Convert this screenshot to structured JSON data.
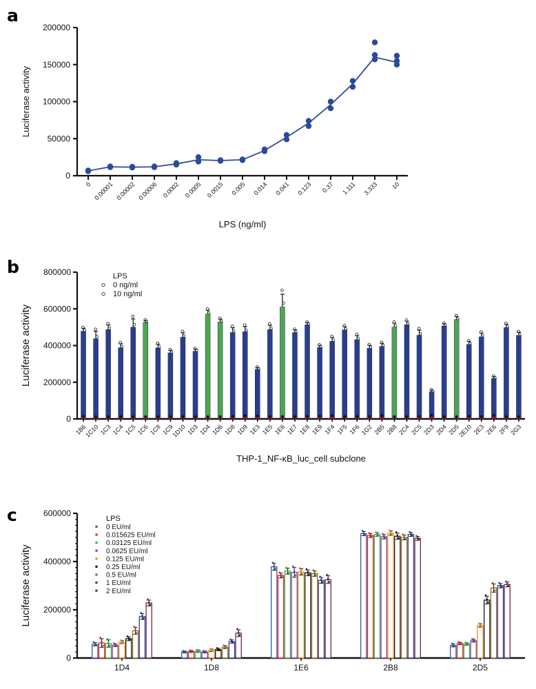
{
  "figure": {
    "panels": [
      "a",
      "b",
      "c"
    ]
  },
  "panel_a": {
    "label": "a",
    "chart_data": {
      "type": "scatter",
      "title": "",
      "xlabel": "LPS (ng/ml)",
      "ylabel": "Luciferase activity",
      "ylim": [
        0,
        200000
      ],
      "yticks": [
        0,
        50000,
        100000,
        150000,
        200000
      ],
      "ytick_labels": [
        "0",
        "50000",
        "100000",
        "150000",
        "200000"
      ],
      "grid": false,
      "legend": "none",
      "marker_color": "#2B4A9B",
      "line_color": "#2B4A9B",
      "categories": [
        "0",
        "0.00001",
        "0.00002",
        "0.00006",
        "0.0002",
        "0.0005",
        "0.0015",
        "0.005",
        "0.014",
        "0.041",
        "0.123",
        "0.37",
        "1.111",
        "3.333",
        "10"
      ],
      "series": [
        {
          "name": "Luciferase activity",
          "values": [
            6500,
            12000,
            11500,
            12000,
            16000,
            21500,
            20500,
            21500,
            34000,
            52000,
            71000,
            96000,
            124000,
            160000,
            153000
          ],
          "replicates": [
            [
              6000,
              7000
            ],
            [
              11500,
              12500
            ],
            [
              11000,
              12000
            ],
            [
              11500,
              12500
            ],
            [
              15000,
              17000
            ],
            [
              19000,
              25000
            ],
            [
              20000,
              21000
            ],
            [
              21000,
              22000
            ],
            [
              33000,
              35500
            ],
            [
              49000,
              55000
            ],
            [
              67000,
              74000
            ],
            [
              91000,
              100000
            ],
            [
              120000,
              128000
            ],
            [
              157000,
              163000,
              180000
            ],
            [
              150000,
              155000,
              162000
            ]
          ]
        }
      ]
    }
  },
  "panel_b": {
    "label": "b",
    "legend": {
      "title": "LPS",
      "items": [
        {
          "label": "0 ng/ml",
          "color": "#E0241B"
        },
        {
          "label": "10 ng/ml",
          "color": "#2B3E8C"
        }
      ]
    },
    "chart_data": {
      "type": "bar",
      "title": "",
      "xlabel": "THP-1_NF-κB_luc_cell subclone",
      "ylabel": "Luciferase activity",
      "ylim": [
        0,
        800000
      ],
      "yticks": [
        0,
        200000,
        400000,
        600000,
        800000
      ],
      "ytick_labels": [
        "0",
        "200000",
        "400000",
        "600000",
        "800000"
      ],
      "grid": false,
      "bar_color": "#2B3E8C",
      "highlight_color": "#4FA64F",
      "zero_color": "#8E1B14",
      "categories": [
        "1B6",
        "1C10",
        "1C3",
        "1C4",
        "1C5",
        "1C6",
        "1C8",
        "1C9",
        "1D10",
        "1D3",
        "1D4",
        "1D6",
        "1D8",
        "1D9",
        "1E3",
        "1E5",
        "1E6",
        "1E7",
        "1E8",
        "1E9",
        "1F4",
        "1F5",
        "1F6",
        "1G2",
        "2B5",
        "2B8",
        "2C4",
        "2C5",
        "2D3",
        "2D4",
        "2D5",
        "2E10",
        "2E3",
        "2E6",
        "2F9",
        "2G3"
      ],
      "highlighted": [
        "1C6",
        "1D4",
        "1D6",
        "1E6",
        "2B8",
        "2D5"
      ],
      "series": [
        {
          "name": "10 ng/ml",
          "values": [
            478000,
            437000,
            487000,
            388000,
            500000,
            527000,
            387000,
            360000,
            445000,
            369000,
            571000,
            528000,
            471000,
            475000,
            270000,
            487000,
            610000,
            471000,
            513000,
            390000,
            423000,
            485000,
            432000,
            385000,
            395000,
            500000,
            513000,
            456000,
            148000,
            507000,
            542000,
            406000,
            447000,
            221000,
            498000,
            455000
          ],
          "errors": [
            16000,
            40000,
            25000,
            22000,
            45000,
            10000,
            20000,
            14000,
            25000,
            12000,
            22000,
            16000,
            26000,
            28000,
            10000,
            24000,
            70000,
            14000,
            12000,
            11000,
            21000,
            18000,
            22000,
            16000,
            17000,
            22000,
            20000,
            28000,
            9000,
            12000,
            16000,
            16000,
            21000,
            10000,
            18000,
            17000
          ]
        },
        {
          "name": "0 ng/ml",
          "values": [
            9000,
            7000,
            7000,
            7000,
            7000,
            7000,
            7000,
            7000,
            7000,
            7000,
            7000,
            7000,
            9000,
            12000,
            11000,
            8000,
            8000,
            7000,
            9000,
            10000,
            12000,
            7000,
            8000,
            8000,
            12000,
            7000,
            7000,
            8000,
            14000,
            7000,
            7000,
            10000,
            8000,
            14000,
            7000,
            7000
          ],
          "errors": [
            2000,
            1500,
            1500,
            1500,
            1500,
            1500,
            1500,
            1500,
            1500,
            1500,
            1500,
            1500,
            2000,
            2500,
            2000,
            1500,
            1500,
            1500,
            2000,
            2000,
            2500,
            1500,
            1500,
            1500,
            2500,
            1500,
            1500,
            1500,
            3000,
            1500,
            1500,
            2000,
            1500,
            3000,
            1500,
            1500
          ]
        }
      ]
    }
  },
  "panel_c": {
    "label": "c",
    "legend": {
      "title": "LPS",
      "items": [
        {
          "label": "0 EU/ml",
          "color": "#3953A4"
        },
        {
          "label": "0.015625 EU/ml",
          "color": "#E0241B"
        },
        {
          "label": "0.03125 EU/ml",
          "color": "#3DA94C"
        },
        {
          "label": "0.0625 EU/ml",
          "color": "#7B3F9E"
        },
        {
          "label": "0.125 EU/ml",
          "color": "#E8921F"
        },
        {
          "label": "0.25 EU/ml",
          "color": "#161616"
        },
        {
          "label": "0.5 EU/ml",
          "color": "#9A6B20"
        },
        {
          "label": "1 EU/ml",
          "color": "#2B3E8C"
        },
        {
          "label": "2 EU/ml",
          "color": "#6B2552"
        }
      ]
    },
    "chart_data": {
      "type": "bar",
      "title": "",
      "xlabel": "",
      "ylabel": "Luciferase activity",
      "ylim": [
        0,
        600000
      ],
      "yticks": [
        0,
        200000,
        400000,
        600000
      ],
      "ytick_labels": [
        "0",
        "200000",
        "400000",
        "600000"
      ],
      "grid": false,
      "legend_position": "top-left",
      "categories": [
        "1D4",
        "1D8",
        "1E6",
        "2B8",
        "2D5"
      ],
      "series": [
        {
          "name": "0 EU/ml",
          "color": "#3953A4",
          "values": [
            57000,
            25000,
            378000,
            516000,
            52000
          ],
          "errors": [
            7000,
            4000,
            14000,
            9000,
            6000
          ]
        },
        {
          "name": "0.015625 EU/ml",
          "color": "#E0241B",
          "values": [
            62000,
            27000,
            342000,
            508000,
            60000
          ],
          "errors": [
            18000,
            4000,
            10000,
            8000,
            5000
          ]
        },
        {
          "name": "0.03125 EU/ml",
          "color": "#3DA94C",
          "values": [
            60000,
            28000,
            360000,
            512000,
            58000
          ],
          "errors": [
            15000,
            5000,
            12000,
            7000,
            5000
          ]
        },
        {
          "name": "0.0625 EU/ml",
          "color": "#7B3F9E",
          "values": [
            53000,
            25000,
            355000,
            503000,
            72000
          ],
          "errors": [
            6000,
            4000,
            20000,
            9000,
            6000
          ]
        },
        {
          "name": "0.125 EU/ml",
          "color": "#E8921F",
          "values": [
            66000,
            32000,
            357000,
            518000,
            135000
          ],
          "errors": [
            6000,
            5000,
            13000,
            9000,
            7000
          ]
        },
        {
          "name": "0.25 EU/ml",
          "color": "#161616",
          "values": [
            80000,
            35000,
            353000,
            505000,
            240000
          ],
          "errors": [
            8000,
            5000,
            12000,
            13000,
            16000
          ]
        },
        {
          "name": "0.5 EU/ml",
          "color": "#9A6B20",
          "values": [
            113000,
            45000,
            350000,
            500000,
            290000
          ],
          "errors": [
            14000,
            6000,
            11000,
            10000,
            17000
          ]
        },
        {
          "name": "1 EU/ml",
          "color": "#2B3E8C",
          "values": [
            172000,
            68000,
            322000,
            512000,
            300000
          ],
          "errors": [
            12000,
            7000,
            12000,
            8000,
            9000
          ]
        },
        {
          "name": "2 EU/ml",
          "color": "#6B2552",
          "values": [
            228000,
            103000,
            325000,
            496000,
            305000
          ],
          "errors": [
            12000,
            14000,
            16000,
            8000,
            10000
          ]
        }
      ]
    }
  }
}
